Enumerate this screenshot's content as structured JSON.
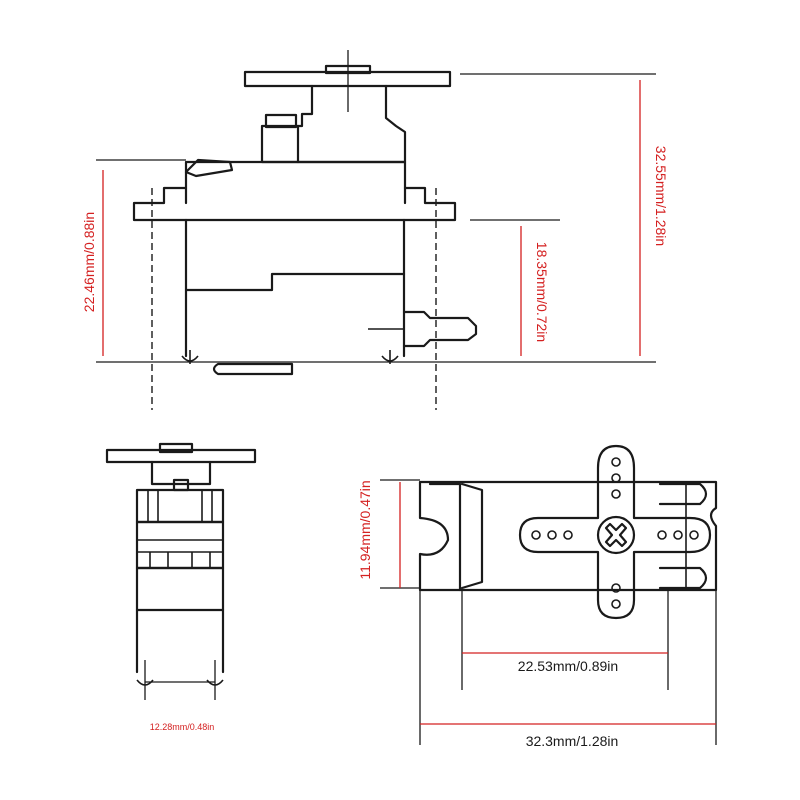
{
  "colors": {
    "line": "#1a1a1a",
    "dimension": "#d42020",
    "background": "#ffffff"
  },
  "dimensions": {
    "total_height": "32.55mm/1.28in",
    "body_height": "22.46mm/0.88in",
    "mount_height": "18.35mm/0.72in",
    "thickness_side": "11.94mm/0.47in",
    "width_side": "12.28mm/0.48in",
    "hole_spacing": "22.53mm/0.89in",
    "total_width": "32.3mm/1.28in"
  }
}
